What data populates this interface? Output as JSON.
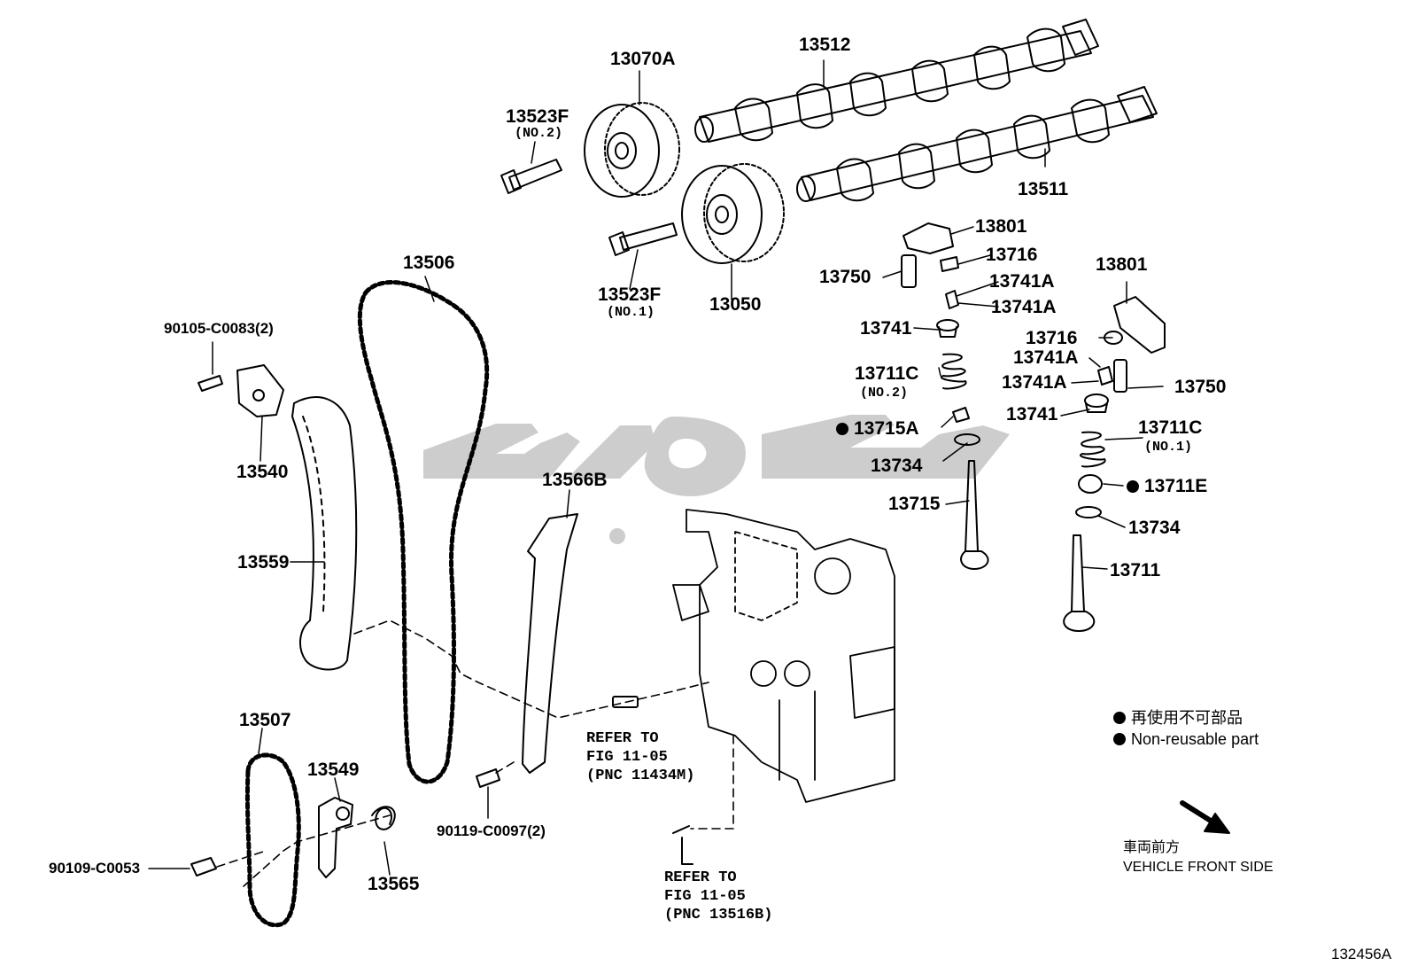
{
  "watermark_color": "#c8c8c8",
  "labels": {
    "p13512": "13512",
    "p13070A": "13070A",
    "p13523F_no2": "13523F",
    "p13523F_no2_note": "(NO.2)",
    "p13511": "13511",
    "p13801_a": "13801",
    "p13716_a": "13716",
    "p13750_a": "13750",
    "p13741A_a1": "13741A",
    "p13741A_a2": "13741A",
    "p13741_a": "13741",
    "p13711C_no2": "13711C",
    "p13711C_no2_note": "(NO.2)",
    "p13715A": "13715A",
    "p13734_a": "13734",
    "p13715": "13715",
    "p13801_b": "13801",
    "p13716_b": "13716",
    "p13741A_b1": "13741A",
    "p13741A_b2": "13741A",
    "p13750_b": "13750",
    "p13741_b": "13741",
    "p13711C_no1": "13711C",
    "p13711C_no1_note": "(NO.1)",
    "p13711E": "13711E",
    "p13734_b": "13734",
    "p13711": "13711",
    "p13506": "13506",
    "p13523F_no1": "13523F",
    "p13523F_no1_note": "(NO.1)",
    "p13050": "13050",
    "p90105": "90105-C0083(2)",
    "p13540": "13540",
    "p13559": "13559",
    "p13566B": "13566B",
    "p13507": "13507",
    "p13549": "13549",
    "p90109": "90109-C0053",
    "p13565": "13565",
    "p90119": "90119-C0097(2)",
    "ref1": "REFER TO\nFIG 11-05\n(PNC 11434M)",
    "ref2": "REFER TO\nFIG 11-05\n(PNC 13516B)"
  },
  "legend": {
    "line1": "再使用不可部品",
    "line2": "Non-reusable part",
    "front_jp": "車両前方",
    "front_en": "VEHICLE FRONT SIDE"
  },
  "figure_id": "132456A"
}
